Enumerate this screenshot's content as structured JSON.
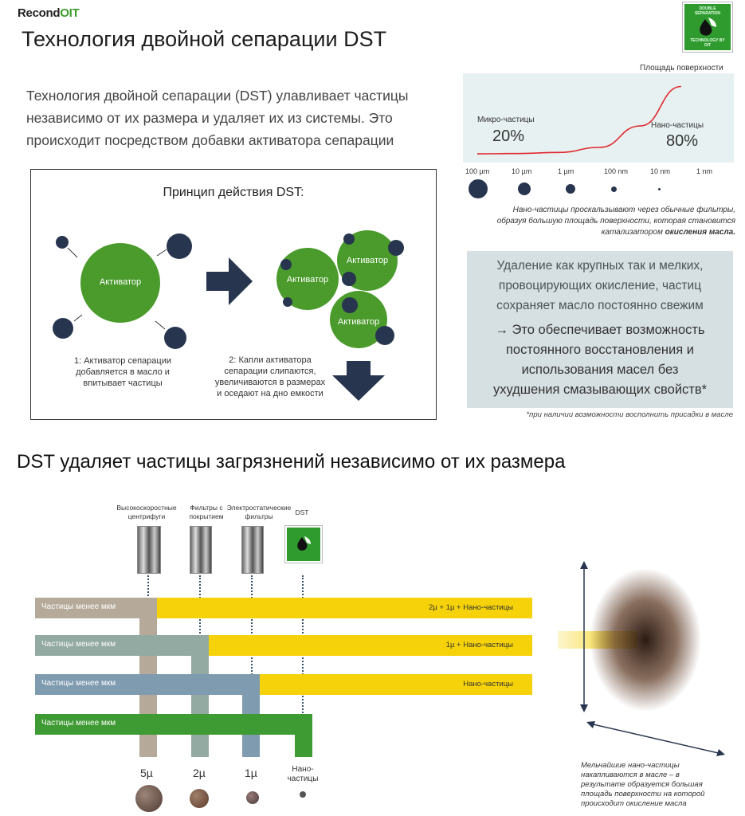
{
  "header": {
    "logo_text": "Recond",
    "logo_suffix": "OIT",
    "title": "Технология двойной сепарации DST",
    "badge_top": "DOUBLE SEPARATION",
    "badge_bottom": "TECHNOLOGY BY OIT"
  },
  "intro": {
    "line1": "Технология двойной сепарации (DST) улавливает частицы",
    "line2": "независимо от их размера и удаляет их из системы. Это",
    "line3": "происходит посредством добавки активатора сепарации"
  },
  "principle": {
    "title": "Принцип действия DST:",
    "activator_label": "Активатор",
    "step1_line1": "1: Активатор сепарации",
    "step1_line2": "добавляется в масло и",
    "step1_line3": "впитывает частицы",
    "step2_line1": "2: Капли активатора",
    "step2_line2": "сепарации слипаются,",
    "step2_line3": "увеличиваются в размерах",
    "step2_line4": "и оседают на дно емкости"
  },
  "chart": {
    "ylabel": "Площадь поверхности",
    "micro_label": "Микро-частицы",
    "micro_value": "20%",
    "nano_label": "Нано-частицы",
    "nano_value": "80%",
    "ticks": [
      "100 µm",
      "10 µm",
      "1 µm",
      "100 nm",
      "10 nm",
      "1 nm"
    ],
    "note_line1": "Нано-частицы  проскальзывают через обычные фильтры,",
    "note_line2": "образуя большую площадь поверхности, которая становится",
    "note_line3a": "катализатором ",
    "note_line3b": "окисления масла."
  },
  "chart_data": {
    "type": "line",
    "title": "",
    "xlabel": "",
    "ylabel": "Площадь поверхности",
    "categories": [
      "100 µm",
      "10 µm",
      "1 µm",
      "100 nm",
      "10 nm",
      "1 nm"
    ],
    "series": [
      {
        "values": [
          1,
          1.5,
          3,
          10,
          40,
          95
        ]
      }
    ],
    "color": "#e0282e"
  },
  "benefit": {
    "line1": "Удаление как крупных так и мелких,",
    "line2": "провоцирующих окисление, частиц",
    "line3": "сохраняет масло постоянно свежим",
    "line4": "→ Это обеспечивает возможность",
    "line5": "постоянного восстановления и",
    "line6": "использования масел без",
    "line7": "ухудшения смазывающих свойств*",
    "footnote": "*при наличии возможности восполнить присадки в масле"
  },
  "section2": {
    "title": "DST удаляет частицы загрязнений независимо от их размера",
    "filters": [
      {
        "line1": "Высокоскоростные",
        "line2": "центрифуги"
      },
      {
        "line1": "Фильтры с",
        "line2": "покрытием"
      },
      {
        "line1": "Электростатические",
        "line2": "фильтры"
      },
      {
        "line1": "DST",
        "line2": ""
      }
    ],
    "bars": [
      {
        "label": "Частицы менее мкм",
        "result": "2µ + 1µ + Нано-частицы"
      },
      {
        "label": "Частицы менее мкм",
        "result": "1µ + Нано-частицы"
      },
      {
        "label": "Частицы менее мкм",
        "result": "Нано-частицы"
      },
      {
        "label": "Частицы менее мкм",
        "result": ""
      }
    ],
    "sizes": [
      "5µ",
      "2µ",
      "1µ",
      "Нано-",
      "частицы"
    ],
    "right_note": [
      "Мельчайшие нано-частицы",
      "накапливаются в масле – в",
      "результате образуется большая",
      "площадь поверхности на которой",
      "происходит окисление масла"
    ]
  },
  "colors": {
    "green": "#4a9b2c",
    "navy": "#27364e",
    "yellow": "#f5d20a",
    "red": "#e0282e"
  }
}
